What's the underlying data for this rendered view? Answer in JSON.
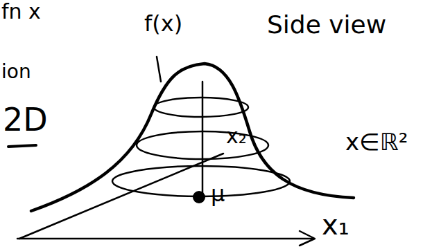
{
  "diagram": {
    "labels": [
      "fn x",
      "ion",
      "2D",
      "f(x)",
      "Side view",
      "x∈ℝ²",
      "x₂",
      "μ",
      "x₁"
    ]
  }
}
